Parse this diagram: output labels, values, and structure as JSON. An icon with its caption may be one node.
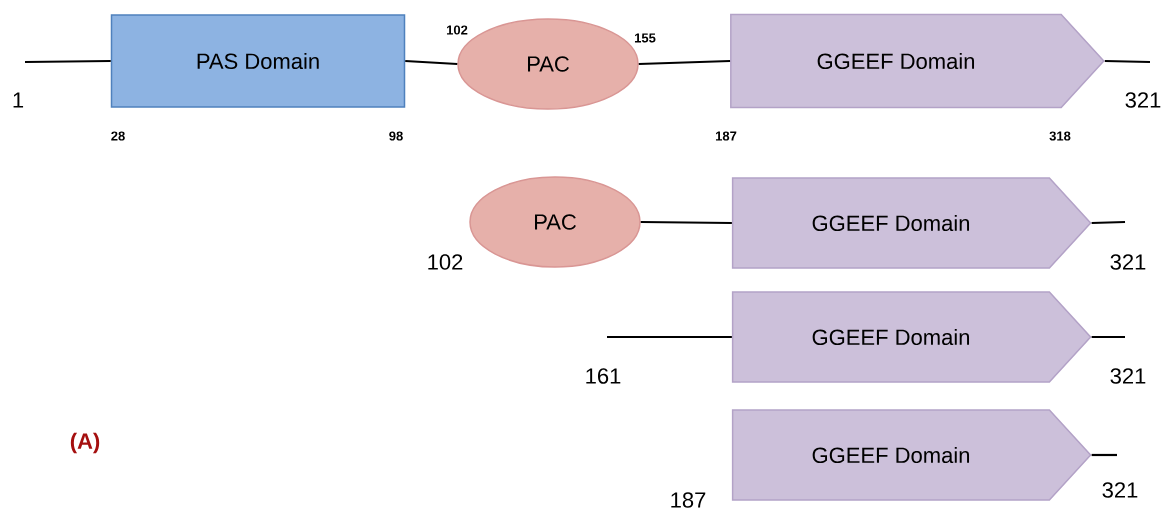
{
  "diagram": {
    "nodes": [
      {
        "text": [
          "PAS Domain"
        ]
      },
      {
        "text": [
          "PAC"
        ]
      },
      {
        "text": [
          "GGEEF Domain"
        ]
      },
      {
        "text": [
          "PAC"
        ]
      },
      {
        "text": [
          "GGEEF Domain"
        ]
      },
      {
        "text": [
          "GGEEF Domain"
        ]
      },
      {
        "text": [
          "GGEEF Domain"
        ]
      }
    ],
    "edges": [
      {
        "from": null,
        "to": 0,
        "arrow": "none"
      },
      {
        "from": 0,
        "to": 1,
        "arrow": "none"
      },
      {
        "from": 1,
        "to": 2,
        "arrow": "none"
      },
      {
        "from": 2,
        "to": null,
        "arrow": "none"
      },
      {
        "from": 3,
        "to": 4,
        "arrow": "none"
      },
      {
        "from": 4,
        "to": null,
        "arrow": "none"
      },
      {
        "from": null,
        "to": 5,
        "arrow": "none"
      },
      {
        "from": 5,
        "to": null,
        "arrow": "none"
      },
      {
        "from": 6,
        "to": null,
        "arrow": "none"
      }
    ],
    "labels": [
      "102",
      "155",
      "1",
      "321",
      "28",
      "98",
      "187",
      "318",
      "102",
      "321",
      "161",
      "321",
      "(A)",
      "321",
      "187"
    ]
  }
}
